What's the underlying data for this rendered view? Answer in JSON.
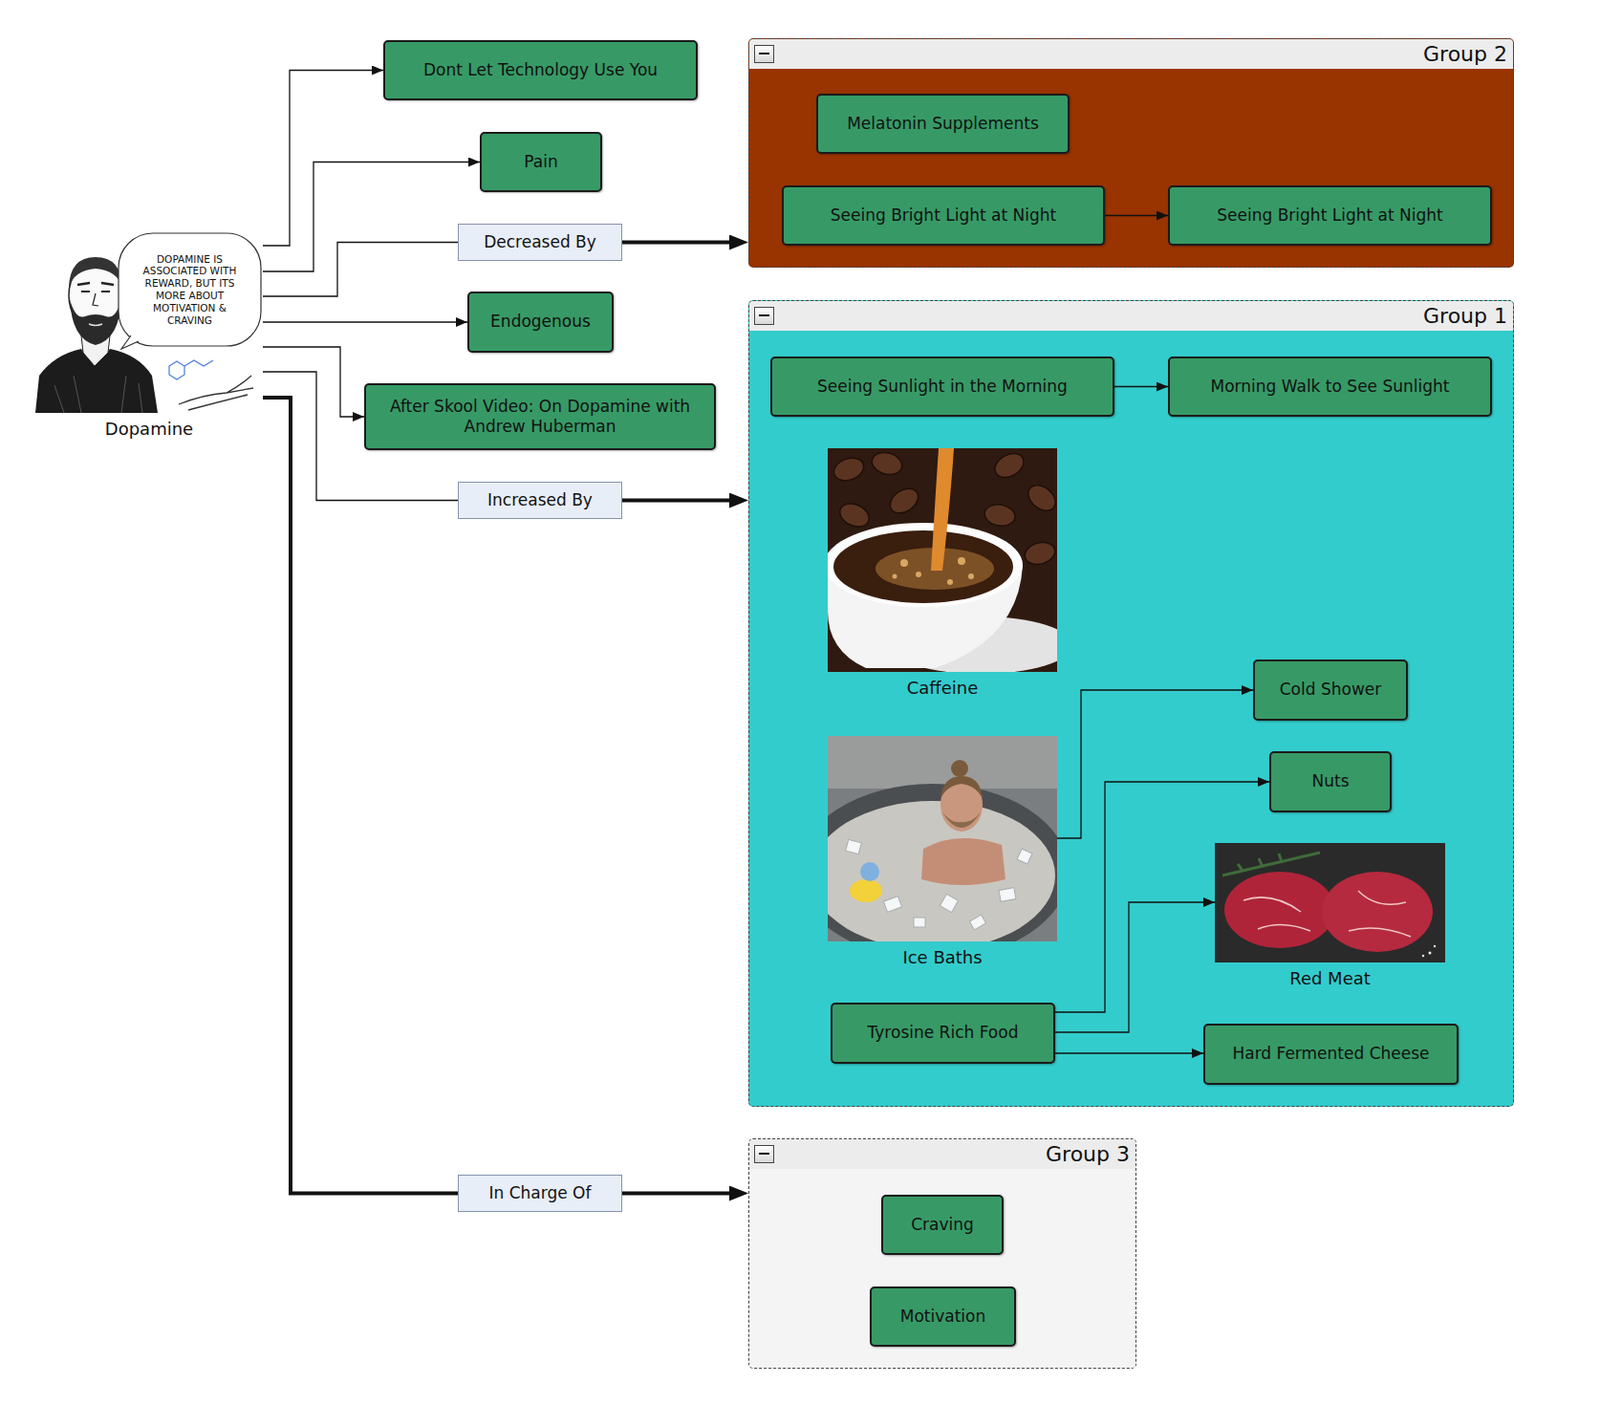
{
  "diagram": {
    "nodes": [
      {
        "text": [
          "Dopamine"
        ]
      },
      {
        "text": [
          "Dont Let Technology Use You"
        ]
      },
      {
        "text": [
          "Pain"
        ]
      },
      {
        "text": [
          "Decreased By"
        ]
      },
      {
        "text": [
          "Endogenous"
        ]
      },
      {
        "text": [
          "After Skool Video: On Dopamine with Andrew Huberman"
        ]
      },
      {
        "text": [
          "Increased By"
        ]
      },
      {
        "text": [
          "In Charge Of"
        ]
      },
      {
        "text": [
          "Group 2"
        ]
      },
      {
        "text": [
          "Melatonin Supplements"
        ],
        "in": 8
      },
      {
        "text": [
          "Seeing Bright Light at Night"
        ],
        "in": 8
      },
      {
        "text": [
          "Seeing Bright Light at Night"
        ],
        "in": 8
      },
      {
        "text": [
          "Group 1"
        ]
      },
      {
        "text": [
          "Seeing Sunlight in the Morning"
        ],
        "in": 12
      },
      {
        "text": [
          "Morning Walk to See Sunlight"
        ],
        "in": 12
      },
      {
        "text": [
          "Caffeine"
        ],
        "in": 12
      },
      {
        "text": [
          "Ice Baths"
        ],
        "in": 12
      },
      {
        "text": [
          "Cold Shower"
        ],
        "in": 12
      },
      {
        "text": [
          "Nuts"
        ],
        "in": 12
      },
      {
        "text": [
          "Red Meat"
        ],
        "in": 12
      },
      {
        "text": [
          "Tyrosine Rich Food"
        ],
        "in": 12
      },
      {
        "text": [
          "Hard Fermented Cheese"
        ],
        "in": 12
      },
      {
        "text": [
          "Group 3"
        ]
      },
      {
        "text": [
          "Craving"
        ],
        "in": 22
      },
      {
        "text": [
          "Motivation"
        ],
        "in": 22
      }
    ],
    "edges": [
      {
        "from": 0,
        "to": 1,
        "arrow": "to"
      },
      {
        "from": 0,
        "to": 2,
        "arrow": "to"
      },
      {
        "from": 0,
        "to": 3,
        "arrow": "none"
      },
      {
        "from": 3,
        "to": 8,
        "arrow": "to"
      },
      {
        "from": 0,
        "to": 4,
        "arrow": "to"
      },
      {
        "from": 0,
        "to": 5,
        "arrow": "to"
      },
      {
        "from": 0,
        "to": 6,
        "arrow": "none"
      },
      {
        "from": 6,
        "to": 12,
        "arrow": "to"
      },
      {
        "from": 0,
        "to": 7,
        "arrow": "none"
      },
      {
        "from": 7,
        "to": 22,
        "arrow": "to"
      },
      {
        "from": 10,
        "to": 11,
        "arrow": "to"
      },
      {
        "from": 13,
        "to": 14,
        "arrow": "to"
      },
      {
        "from": 16,
        "to": 17,
        "arrow": "to"
      },
      {
        "from": 20,
        "to": 18,
        "arrow": "to"
      },
      {
        "from": 20,
        "to": 19,
        "arrow": "to"
      },
      {
        "from": 20,
        "to": 21,
        "arrow": "to"
      }
    ],
    "labels": [
      "DOPAMINE IS ASSOCIATED WITH REWARD, BUT ITS MORE ABOUT MOTIVATION & CRAVING"
    ]
  }
}
